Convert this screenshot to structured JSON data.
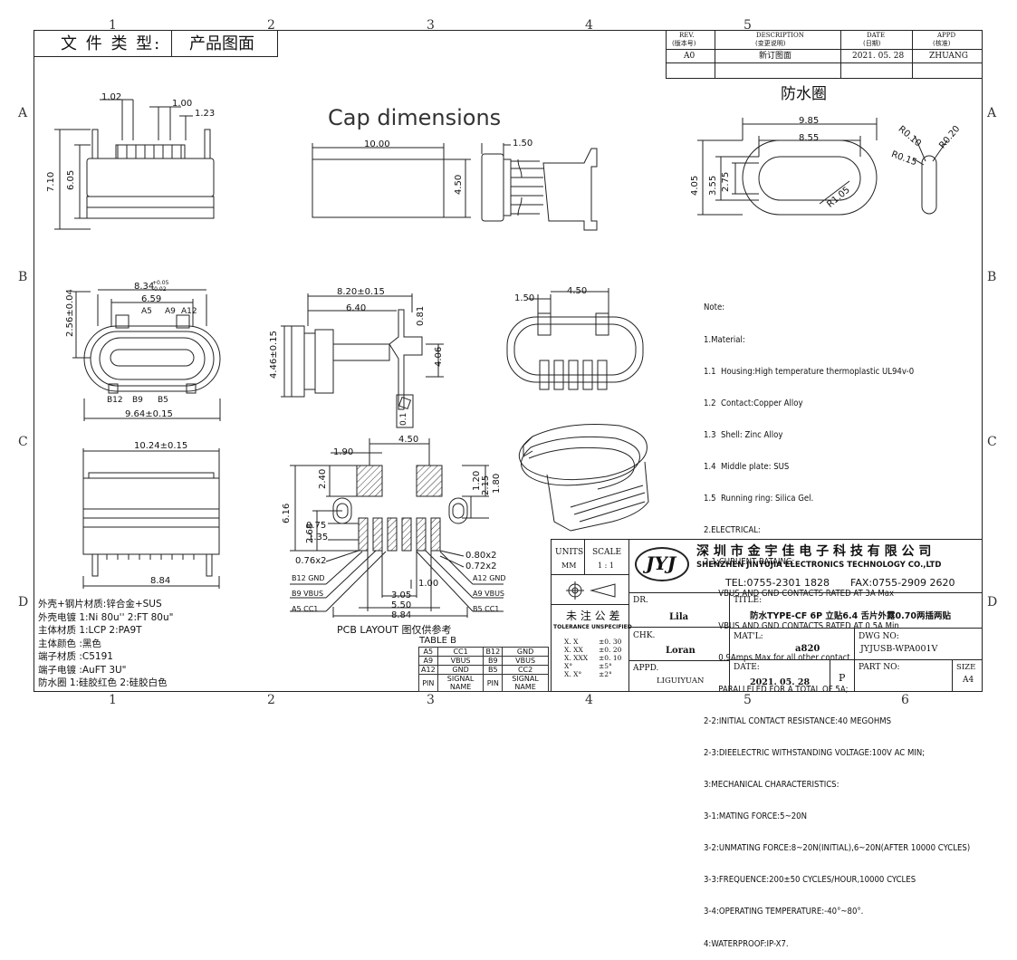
{
  "header": {
    "doc_type_label": "文 件 类 型:",
    "doc_type_value": "产品图面"
  },
  "revision": {
    "col_rev": "REV.",
    "col_rev_cn": "(版本号)",
    "col_desc": "DESCRIPTION",
    "col_desc_cn": "(变更说明)",
    "col_date": "DATE",
    "col_date_cn": "(日期)",
    "col_appd": "APPD",
    "col_appd_cn": "(核准)",
    "rev": "A0",
    "desc": "新订图面",
    "date": "2021. 05. 28",
    "appd": "ZHUANG"
  },
  "grid": {
    "cols": [
      "1",
      "2",
      "3",
      "4",
      "5",
      "6"
    ],
    "rows": [
      "A",
      "B",
      "C",
      "D"
    ]
  },
  "views": {
    "cap_title": "Cap dimensions",
    "ring_title": "防水圈",
    "pcb_caption": "PCB LAYOUT 图仅供参考",
    "table_b_title": "TABLE B"
  },
  "dims": {
    "top_1_02": "1.02",
    "top_1_00": "1.00",
    "top_1_23": "1.23",
    "top_7_10": "7.10",
    "top_6_05": "6.05",
    "cap_10_00": "10.00",
    "cap_4_50": "4.50",
    "cap_1_50": "1.50",
    "ring_9_85": "9.85",
    "ring_8_55": "8.55",
    "ring_4_05": "4.05",
    "ring_3_55": "3.55",
    "ring_2_75": "2.75",
    "ring_r1_05": "R1.05",
    "ring_r0_10": "R0.10",
    "ring_r0_20": "R0.20",
    "ring_r0_15": "R0.15",
    "front_8_34": "8.34",
    "front_8_34_tol_up": "+0.05",
    "front_8_34_tol_dn": "-0.02",
    "front_6_59": "6.59",
    "front_2_56": "2.56±0.04",
    "front_9_64": "9.64±0.15",
    "pin_a5": "A5",
    "pin_a9": "A9",
    "pin_a12": "A12",
    "pin_b12": "B12",
    "pin_b9": "B9",
    "pin_b5": "B5",
    "side_8_20": "8.20±0.15",
    "side_6_40": "6.40",
    "side_0_81": "0.81",
    "side_4_46": "4.46±0.15",
    "side_4_06": "4.06",
    "side_flat": "0.1",
    "rear_1_50": "1.50",
    "rear_4_50": "4.50",
    "bot_10_24": "10.24±0.15",
    "bot_8_84": "8.84",
    "pcb_4_50": "4.50",
    "pcb_1_90": "1.90",
    "pcb_2_40": "2.40",
    "pcb_6_16": "6.16",
    "pcb_2_68": "2.68",
    "pcb_0_75": "0.75",
    "pcb_1_35": "1.35",
    "pcb_1_20": "1.20",
    "pcb_2_15": "2.15",
    "pcb_1_80": "1.80",
    "pcb_0_76": "0.76x2",
    "pcb_0_80": "0.80x2",
    "pcb_0_72": "0.72x2",
    "pcb_b12": "B12 GND",
    "pcb_a12": "A12 GND",
    "pcb_b9": "B9  VBUS",
    "pcb_a9": "A9  VBUS",
    "pcb_a5": "A5  CC1",
    "pcb_b5": "B5  CC1",
    "pcb_3_05": "3.05",
    "pcb_1_00": "1.00",
    "pcb_5_50": "5.50",
    "pcb_8_84": "8.84"
  },
  "table_b": {
    "rows": [
      [
        "A5",
        "CC1",
        "B12",
        "GND"
      ],
      [
        "A9",
        "VBUS",
        "B9",
        "VBUS"
      ],
      [
        "A12",
        "GND",
        "B5",
        "CC2"
      ],
      [
        "PIN",
        "SIGNAL NAME",
        "PIN",
        "SIGNAL NAME"
      ]
    ]
  },
  "materials": [
    "外壳+钢片材质:锌合金+SUS",
    "外壳电镀 1:Ni 80u'' 2:FT 80u\"",
    "主体材质 1:LCP 2:PA9T",
    "主体颜色 :黑色",
    "端子材质 :C5191",
    "端子电镀 :AuFT 3U\"",
    "防水圈 1:硅胶红色 2:硅胶白色"
  ],
  "notes": [
    "Note:",
    "1.Material:",
    "1.1  Housing:High temperature thermoplastic UL94v-0",
    "1.2  Contact:Copper Alloy",
    "1.3  Shell: Zinc Alloy",
    "1.4  Middle plate: SUS",
    "1.5  Running ring: Silica Gel.",
    "2.ELECTRICAL:",
    "2-1:CURUENT RATAING:",
    "      VBUS AND GND CONTACTS RATED AT 3A Max",
    "      VBUS AND GND CONTACTS RATED AT 0.5A Min",
    "      0.9Amps Max.for all other contact.",
    "      PARALLELED FOR A TOTAL OF 5A;",
    "2-2:INITIAL CONTACT RESISTANCE:40 MEGOHMS",
    "2-3:DIEELECTRIC WITHSTANDING VOLTAGE:100V AC MIN;",
    "3:MECHANICAL CHARACTERISTICS:",
    "3-1:MATING FORCE:5~20N",
    "3-2:UNMATING FORCE:8~20N(INITIAL),6~20N(AFTER 10000 CYCLES)",
    "3-3:FREQUENCE:200±50 CYCLES/HOUR,10000 CYCLES",
    "3-4:OPERATING TEMPERATURE:-40°~80°.",
    "4:WATERPROOF:IP-X7."
  ],
  "title_block": {
    "units_label": "UNITS",
    "units_value": "MM",
    "scale_label": "SCALE",
    "scale_value": "1 : 1",
    "logo_text": "JYJ",
    "company_cn": "深 圳 市 金 宇 佳 电 子 科 技 有 限 公 司",
    "company_en": "SHENZHEN  JINYUJIA  ELECTRONICS TECHNOLOGY  CO.,LTD",
    "tel": "TEL:0755-2301 1828",
    "fax": "FAX:0755-2909 2620",
    "tol_title": "未 注 公 差",
    "tol_sub": "TOLERANCE  UNSPECIFIED",
    "tol_rows": [
      [
        "X. X",
        "±0. 30"
      ],
      [
        "X. XX",
        "±0. 20"
      ],
      [
        "X. XXX",
        "±0. 10"
      ],
      [
        "X°",
        "±5°"
      ],
      [
        "X. X°",
        "±2°"
      ]
    ],
    "dr_label": "DR.",
    "dr_value": "Lila",
    "chk_label": "CHK.",
    "chk_value": "Loran",
    "appd_label": "APPD.",
    "appd_value": "LIGUIYUAN",
    "title_label": "TITLE:",
    "title_value": "防水TYPE-CF 6P 立贴6.4 舌片外露0.70两插两贴",
    "matl_label": "MAT'L:",
    "matl_value": "a820",
    "dwg_label": "DWG NO:",
    "dwg_value": "JYJUSB-WPA001V",
    "date_label": "DATE:",
    "date_value": "2021. 05. 28",
    "p_label": "P",
    "part_label": "PART  NO:",
    "size_label": "SIZE",
    "size_value": "A4"
  }
}
